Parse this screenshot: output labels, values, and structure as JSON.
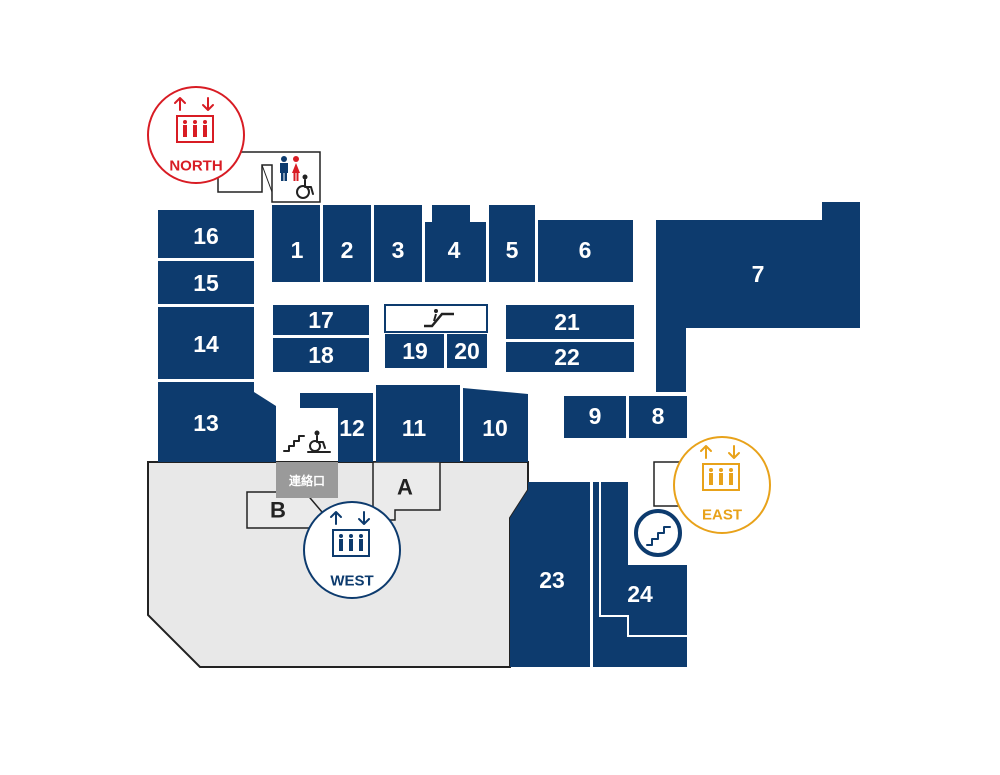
{
  "floor_map": {
    "colors": {
      "unit": "#0d3b6e",
      "annex": "#e8e8e8",
      "outline": "#222222",
      "connector": "#9a9a9a",
      "north": "#d81c24",
      "west": "#0d3b6e",
      "east": "#e8a21a",
      "restroom_male": "#0d3b6e",
      "restroom_female": "#d81c24"
    },
    "units": [
      {
        "id": "1",
        "label": "1"
      },
      {
        "id": "2",
        "label": "2"
      },
      {
        "id": "3",
        "label": "3"
      },
      {
        "id": "4",
        "label": "4"
      },
      {
        "id": "5",
        "label": "5"
      },
      {
        "id": "6",
        "label": "6"
      },
      {
        "id": "7",
        "label": "7"
      },
      {
        "id": "8",
        "label": "8"
      },
      {
        "id": "9",
        "label": "9"
      },
      {
        "id": "10",
        "label": "10"
      },
      {
        "id": "11",
        "label": "11"
      },
      {
        "id": "12",
        "label": "12"
      },
      {
        "id": "13",
        "label": "13"
      },
      {
        "id": "14",
        "label": "14"
      },
      {
        "id": "15",
        "label": "15"
      },
      {
        "id": "16",
        "label": "16"
      },
      {
        "id": "17",
        "label": "17"
      },
      {
        "id": "18",
        "label": "18"
      },
      {
        "id": "19",
        "label": "19"
      },
      {
        "id": "20",
        "label": "20"
      },
      {
        "id": "21",
        "label": "21"
      },
      {
        "id": "22",
        "label": "22"
      },
      {
        "id": "23",
        "label": "23"
      },
      {
        "id": "24",
        "label": "24"
      }
    ],
    "annex_units": [
      {
        "id": "A",
        "label": "A"
      },
      {
        "id": "B",
        "label": "B"
      }
    ],
    "connector_label": "連絡口",
    "elevators": [
      {
        "id": "north",
        "label": "NORTH",
        "icon": "elevator-icon"
      },
      {
        "id": "west",
        "label": "WEST",
        "icon": "elevator-icon"
      },
      {
        "id": "east",
        "label": "EAST",
        "icon": "elevator-icon"
      }
    ],
    "facility_icons": [
      "restroom-icon",
      "accessible-restroom-icon",
      "escalator-icon",
      "stairs-icon",
      "stair-lift-icon"
    ]
  }
}
